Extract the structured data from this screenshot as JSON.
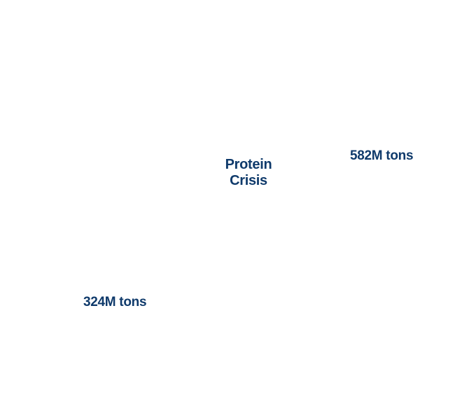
{
  "center": {
    "line1": "Protein",
    "line2": "Crisis"
  },
  "values": {
    "top_right": "582M tons",
    "bottom_left": "324M tons"
  },
  "colors": {
    "text": "#0f3a6b",
    "background": "#ffffff"
  }
}
